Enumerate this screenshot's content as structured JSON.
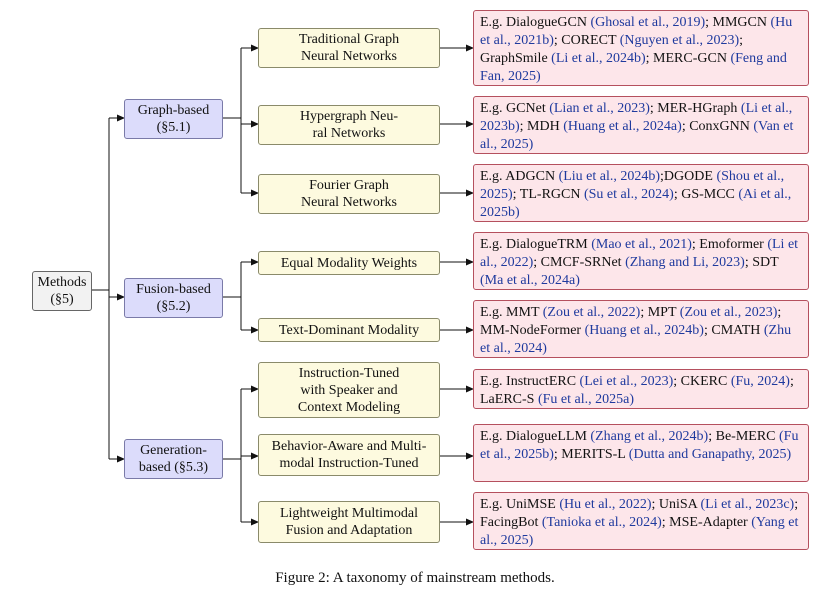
{
  "root": {
    "label": "Methods\n(§5)"
  },
  "categories": [
    {
      "label": "Graph-based\n(§5.1)"
    },
    {
      "label": "Fusion-based\n(§5.2)"
    },
    {
      "label": "Generation-\nbased (§5.3)"
    }
  ],
  "subcategories": [
    {
      "label": "Traditional Graph\nNeural Networks"
    },
    {
      "label": "Hypergraph Neu-\nral Networks"
    },
    {
      "label": "Fourier Graph\nNeural Networks"
    },
    {
      "label": "Equal Modality Weights"
    },
    {
      "label": "Text-Dominant Modality"
    },
    {
      "label": "Instruction-Tuned\nwith Speaker and\nContext Modeling"
    },
    {
      "label": "Behavior-Aware and Multi-\nmodal Instruction-Tuned"
    },
    {
      "label": "Lightweight Multimodal\nFusion and Adaptation"
    }
  ],
  "leaves": [
    {
      "segments": [
        [
          "E.g. DialogueGCN ",
          0
        ],
        [
          "(Ghosal et al., 2019)",
          1
        ],
        [
          "; MMGCN ",
          0
        ],
        [
          "(Hu et al., 2021b)",
          1
        ],
        [
          "; CORECT ",
          0
        ],
        [
          "(Nguyen et al., 2023)",
          1
        ],
        [
          "; GraphSmile ",
          0
        ],
        [
          "(Li et al., 2024b)",
          1
        ],
        [
          "; MERC-GCN ",
          0
        ],
        [
          "(Feng and Fan, 2025)",
          1
        ]
      ]
    },
    {
      "segments": [
        [
          "E.g. GCNet ",
          0
        ],
        [
          "(Lian et al., 2023)",
          1
        ],
        [
          "; MER-HGraph ",
          0
        ],
        [
          "(Li et al., 2023b)",
          1
        ],
        [
          "; MDH ",
          0
        ],
        [
          "(Huang et al., 2024a)",
          1
        ],
        [
          "; ConxGNN ",
          0
        ],
        [
          "(Van et al., 2025)",
          1
        ]
      ]
    },
    {
      "segments": [
        [
          "E.g. ADGCN ",
          0
        ],
        [
          "(Liu et al., 2024b)",
          1
        ],
        [
          ";DGODE ",
          0
        ],
        [
          "(Shou et al., 2025)",
          1
        ],
        [
          "; TL-RGCN ",
          0
        ],
        [
          "(Su et al., 2024)",
          1
        ],
        [
          "; GS-MCC ",
          0
        ],
        [
          "(Ai et al., 2025b)",
          1
        ]
      ]
    },
    {
      "segments": [
        [
          "E.g. DialogueTRM ",
          0
        ],
        [
          "(Mao et al., 2021)",
          1
        ],
        [
          "; Emoformer ",
          0
        ],
        [
          "(Li et al., 2022)",
          1
        ],
        [
          "; CMCF-SRNet ",
          0
        ],
        [
          "(Zhang and Li, 2023)",
          1
        ],
        [
          "; SDT ",
          0
        ],
        [
          "(Ma et al., 2024a)",
          1
        ]
      ]
    },
    {
      "segments": [
        [
          "E.g. MMT ",
          0
        ],
        [
          "(Zou et al., 2022)",
          1
        ],
        [
          "; MPT ",
          0
        ],
        [
          "(Zou et al., 2023)",
          1
        ],
        [
          "; MM-NodeFormer ",
          0
        ],
        [
          "(Huang et al., 2024b)",
          1
        ],
        [
          "; CMATH ",
          0
        ],
        [
          "(Zhu et al., 2024)",
          1
        ]
      ]
    },
    {
      "segments": [
        [
          "E.g. InstructERC ",
          0
        ],
        [
          "(Lei et al., 2023)",
          1
        ],
        [
          "; CKERC ",
          0
        ],
        [
          "(Fu, 2024)",
          1
        ],
        [
          "; LaERC-S ",
          0
        ],
        [
          "(Fu et al., 2025a)",
          1
        ]
      ]
    },
    {
      "segments": [
        [
          "E.g. DialogueLLM ",
          0
        ],
        [
          "(Zhang et al., 2024b)",
          1
        ],
        [
          "; Be-MERC ",
          0
        ],
        [
          "(Fu et al., 2025b)",
          1
        ],
        [
          "; MERITS-L ",
          0
        ],
        [
          "(Dutta and Ganapathy, 2025)",
          1
        ]
      ]
    },
    {
      "segments": [
        [
          "E.g. UniMSE ",
          0
        ],
        [
          "(Hu et al., 2022)",
          1
        ],
        [
          "; UniSA ",
          0
        ],
        [
          "(Li et al., 2023c)",
          1
        ],
        [
          "; FacingBot ",
          0
        ],
        [
          "(Tanioka et al., 2024)",
          1
        ],
        [
          "; MSE-Adapter ",
          0
        ],
        [
          "(Yang et al., 2025)",
          1
        ]
      ]
    }
  ],
  "caption": "Figure 2: A taxonomy of mainstream methods."
}
